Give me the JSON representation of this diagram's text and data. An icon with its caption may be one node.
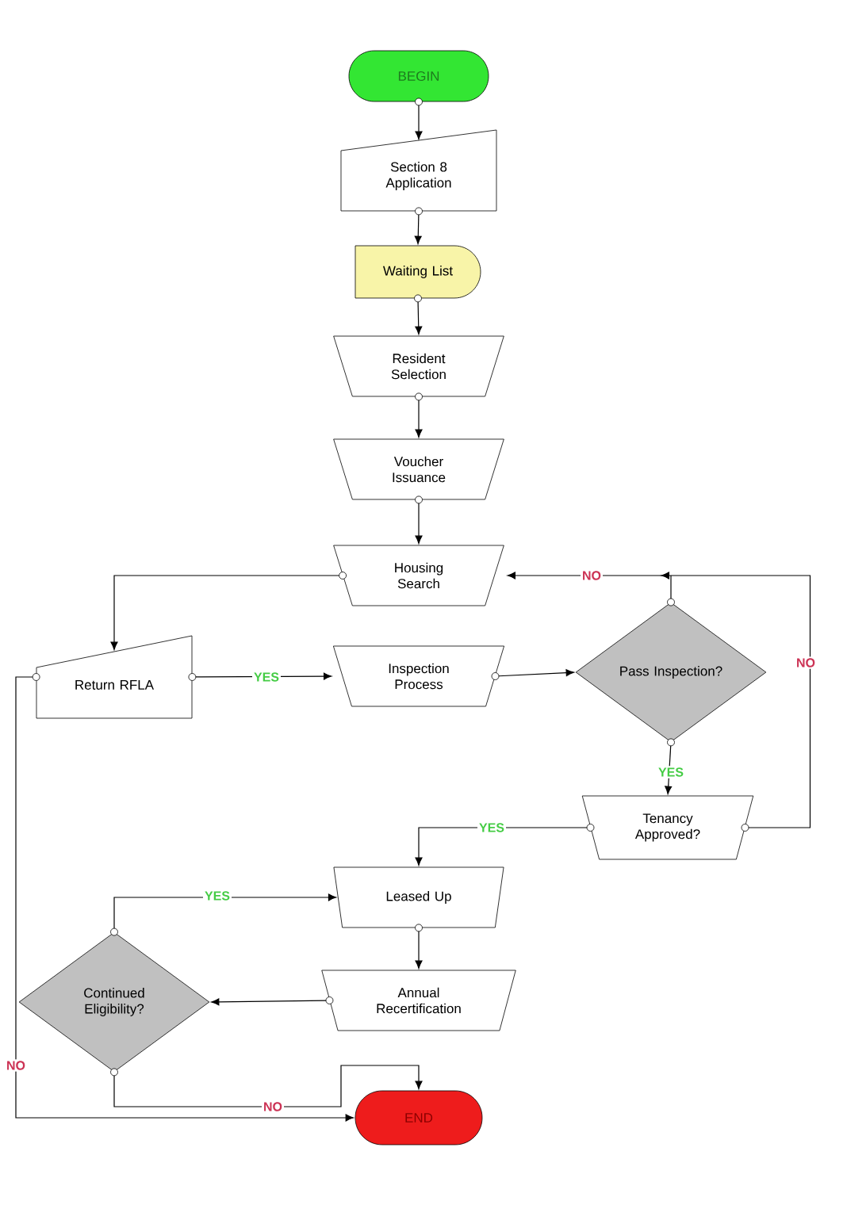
{
  "diagram": {
    "nodes": [
      {
        "text": [
          "BEGIN"
        ]
      },
      {
        "text": [
          "Section 8 Application"
        ]
      },
      {
        "text": [
          "Waiting List"
        ]
      },
      {
        "text": [
          "Resident Selection"
        ]
      },
      {
        "text": [
          "Voucher Issuance"
        ]
      },
      {
        "text": [
          "Housing Search"
        ]
      },
      {
        "text": [
          "Return RFLA"
        ]
      },
      {
        "text": [
          "Inspection Process"
        ]
      },
      {
        "text": [
          "Pass Inspection?"
        ]
      },
      {
        "text": [
          "Tenancy Approved?"
        ]
      },
      {
        "text": [
          "Leased Up"
        ]
      },
      {
        "text": [
          "Annual Recertification"
        ]
      },
      {
        "text": [
          "Continued Eligibility?"
        ]
      },
      {
        "text": [
          "END"
        ]
      }
    ],
    "edges": [
      {
        "from": 0,
        "to": 1,
        "arrow": "to"
      },
      {
        "from": 1,
        "to": 2,
        "arrow": "to"
      },
      {
        "from": 2,
        "to": 3,
        "arrow": "to"
      },
      {
        "from": 3,
        "to": 4,
        "arrow": "to"
      },
      {
        "from": 4,
        "to": 5,
        "arrow": "to"
      },
      {
        "from": 5,
        "to": 6,
        "arrow": "to"
      },
      {
        "from": 6,
        "to": 7,
        "arrow": "to",
        "label": "YES"
      },
      {
        "from": 7,
        "to": 8,
        "arrow": "to"
      },
      {
        "from": 8,
        "to": 5,
        "arrow": "to",
        "label": "NO"
      },
      {
        "from": 8,
        "to": 9,
        "arrow": "to",
        "label": "YES"
      },
      {
        "from": 9,
        "to": 5,
        "arrow": "to",
        "label": "NO"
      },
      {
        "from": 9,
        "to": 10,
        "arrow": "to",
        "label": "YES"
      },
      {
        "from": 10,
        "to": 11,
        "arrow": "to"
      },
      {
        "from": 11,
        "to": 12,
        "arrow": "to"
      },
      {
        "from": 12,
        "to": 10,
        "arrow": "to",
        "label": "YES"
      },
      {
        "from": 12,
        "to": 13,
        "arrow": "to",
        "label": "NO"
      },
      {
        "from": 6,
        "to": 13,
        "arrow": "to",
        "label": "NO"
      }
    ]
  }
}
